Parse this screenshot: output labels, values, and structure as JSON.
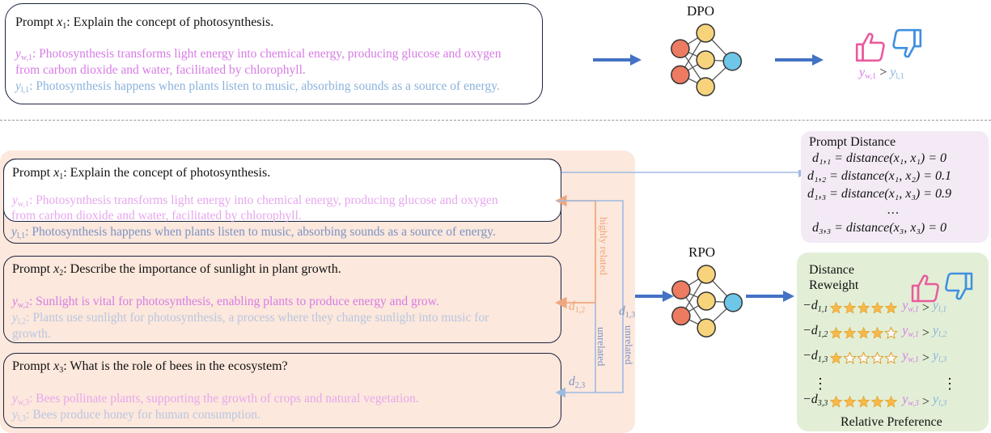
{
  "top": {
    "prompt_label": "Prompt",
    "prompt_var": "x",
    "prompt_sub": "1",
    "prompt_text": ": Explain the concept of photosynthesis.",
    "yw_var": "y",
    "yw_sub": "w,1",
    "yw_text": ": Photosynthesis transforms light energy into chemical energy, producing glucose and oxygen",
    "yw_text2": "from carbon dioxide and water, facilitated by chlorophyll.",
    "yl_var": "y",
    "yl_sub": "l,1",
    "yl_text": ": Photosynthesis happens when plants listen to music, absorbing sounds as a source of energy.",
    "method": "DPO",
    "pref_left": "y",
    "pref_left_sub": "w,1",
    "pref_op": ">",
    "pref_right": "y",
    "pref_right_sub": "l,1"
  },
  "bottom": {
    "p1": {
      "label": "Prompt",
      "var": "x",
      "sub": "1",
      "text": ": Explain the concept of photosynthesis.",
      "yw_sub": "w,1",
      "yw_text": ": Photosynthesis transforms light energy into chemical energy, producing glucose and oxygen",
      "yw_text2": "from carbon dioxide and water, facilitated by chlorophyll.",
      "yl_sub": "l,1",
      "yl_text": ": Photosynthesis happens when plants listen to music, absorbing sounds as a source of energy."
    },
    "p2": {
      "label": "Prompt",
      "var": "x",
      "sub": "2",
      "text": ": Describe the importance of sunlight in plant growth.",
      "yw_sub": "w,2",
      "yw_text": ": Sunlight is vital for photosynthesis, enabling plants to produce energy and grow.",
      "yl_sub": "l,2",
      "yl_text": ": Plants use sunlight for photosynthesis, a process where they change sunlight into music for",
      "yl_text2": "growth."
    },
    "p3": {
      "label": "Prompt",
      "var": "x",
      "sub": "3",
      "text": ": What is the role of bees in the ecosystem?",
      "yw_sub": "w,3",
      "yw_text": ": Bees pollinate plants, supporting the growth of crops and natural vegetation.",
      "yl_sub": "l,3",
      "yl_text": ": Bees produce honey for human consumption."
    },
    "rel_highly": "highly related",
    "rel_unrelated_a": "unrelated",
    "rel_unrelated_b": "unrelated",
    "d12": "d",
    "d12_sub": "1,2",
    "d13": "d",
    "d13_sub": "1,3",
    "d23": "d",
    "d23_sub": "2,3",
    "method": "RPO",
    "distance_panel": {
      "title": "Prompt Distance",
      "eq1": "d₁,₁ = distance(x₁, x₁) = 0",
      "eq2": "d₁,₂ = distance(x₁, x₂) = 0.1",
      "eq3": "d₁,₃ = distance(x₁, x₃) = 0.9",
      "dots": "…",
      "eq4": "d₃,₃ = distance(x₃, x₃) = 0"
    },
    "reweight_panel": {
      "title1": "Distance",
      "title2": "Reweight",
      "rows": [
        {
          "coef": "−d",
          "coef_sub": "1,1",
          "stars": 5,
          "yw_sub": "w,1",
          "yl_sub": "l,1"
        },
        {
          "coef": "−d",
          "coef_sub": "1,2",
          "stars": 4,
          "yw_sub": "w,1",
          "yl_sub": "l,2"
        },
        {
          "coef": "−d",
          "coef_sub": "1,3",
          "stars": 1,
          "yw_sub": "w,1",
          "yl_sub": "l,3"
        },
        {
          "coef": "−d",
          "coef_sub": "3,3",
          "stars": 5,
          "yw_sub": "w,3",
          "yl_sub": "l,3"
        }
      ],
      "vdots": "⋮",
      "op": ">",
      "footer": "Relative Preference"
    }
  },
  "colors": {
    "pink": "#d77be6",
    "blue": "#8ab2dc",
    "arrow": "#4472c4",
    "orange": "#f0a77e",
    "panel_peach": "#fce8dc",
    "panel_purple": "#f3eaf6",
    "panel_green": "#e2efd6",
    "star": "#f6b94a"
  }
}
